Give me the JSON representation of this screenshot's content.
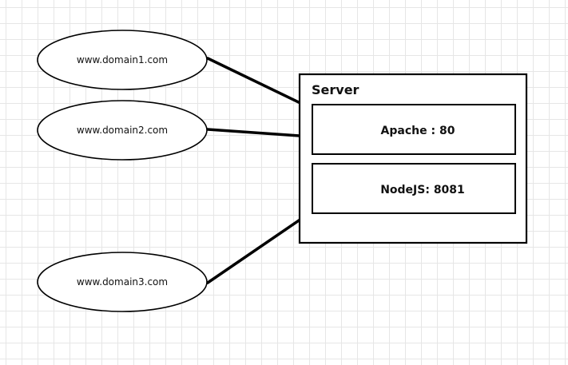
{
  "diagram": {
    "domains": [
      {
        "id": "domain1",
        "label": "www.domain1.com"
      },
      {
        "id": "domain2",
        "label": "www.domain2.com"
      },
      {
        "id": "domain3",
        "label": "www.domain3.com"
      }
    ],
    "server": {
      "title": "Server",
      "services": [
        {
          "id": "apache",
          "label": "Apache : 80"
        },
        {
          "id": "nodejs",
          "label": "NodeJS: 8081"
        }
      ]
    },
    "connections": [
      {
        "from": "domain1",
        "to": "apache"
      },
      {
        "from": "domain2",
        "to": "apache"
      },
      {
        "from": "domain3",
        "to": "nodejs"
      }
    ]
  }
}
